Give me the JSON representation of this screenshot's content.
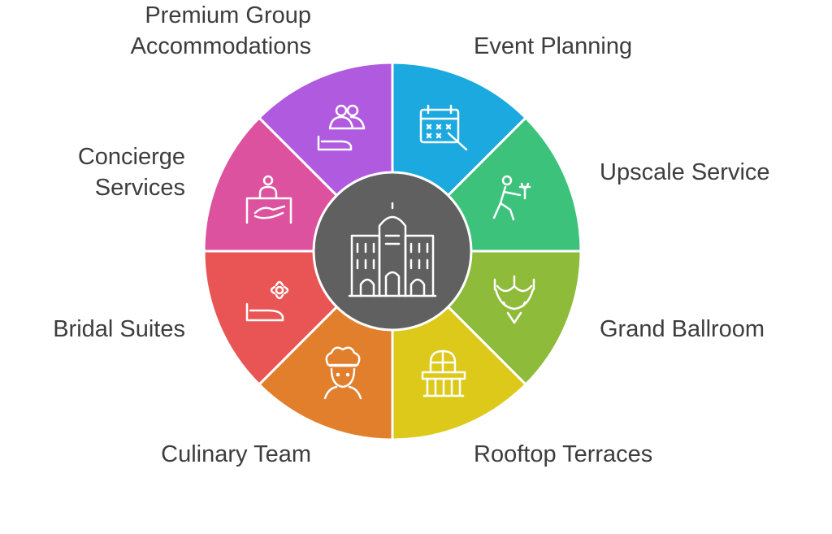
{
  "diagram": {
    "segments": [
      {
        "label": "Event Planning",
        "color": "#1ba9df",
        "icon": "calendar-edit-icon"
      },
      {
        "label": "Upscale Service",
        "color": "#3dc27c",
        "icon": "waiter-serving-icon"
      },
      {
        "label": "Grand Ballroom",
        "color": "#8fbb3b",
        "icon": "chandelier-icon"
      },
      {
        "label": "Rooftop Terraces",
        "color": "#ddc91a",
        "icon": "balcony-icon"
      },
      {
        "label": "Culinary Team",
        "color": "#e27f2d",
        "icon": "chef-icon"
      },
      {
        "label": "Bridal Suites",
        "color": "#e85554",
        "icon": "bed-flower-icon"
      },
      {
        "label": "Concierge Services",
        "color": "#dd529e",
        "icon": "concierge-desk-icon"
      },
      {
        "label": "Premium Group Accommodations",
        "color": "#b05adf",
        "icon": "group-bed-icon"
      }
    ],
    "center": {
      "color": "#606060",
      "icon": "hotel-building-icon"
    }
  },
  "labels": {
    "event_planning": "Event Planning",
    "upscale_service": "Upscale Service",
    "grand_ballroom": "Grand Ballroom",
    "rooftop_terraces": "Rooftop Terraces",
    "culinary_team": "Culinary Team",
    "bridal_suites": "Bridal Suites",
    "concierge_line1": "Concierge",
    "concierge_line2": "Services",
    "premium_line1": "Premium Group",
    "premium_line2": "Accommodations"
  }
}
